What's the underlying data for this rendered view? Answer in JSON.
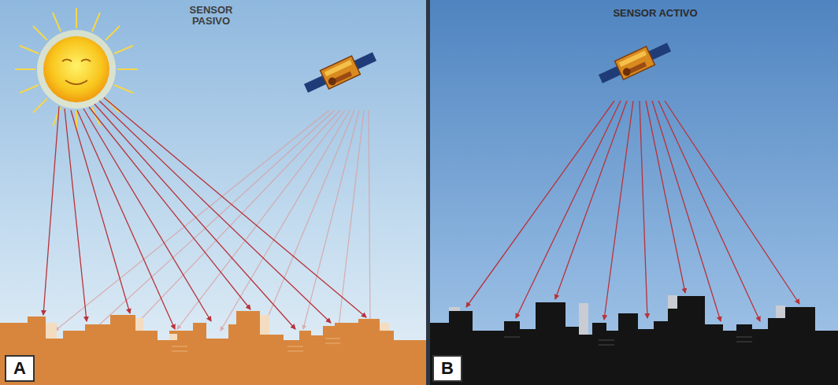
{
  "diagram": {
    "nodes": [
      {
        "text": [
          "A"
        ]
      },
      {
        "text": [
          "B"
        ]
      }
    ],
    "labels": [
      "SENSOR PASIVO",
      "SENSOR ACTIVO"
    ]
  }
}
